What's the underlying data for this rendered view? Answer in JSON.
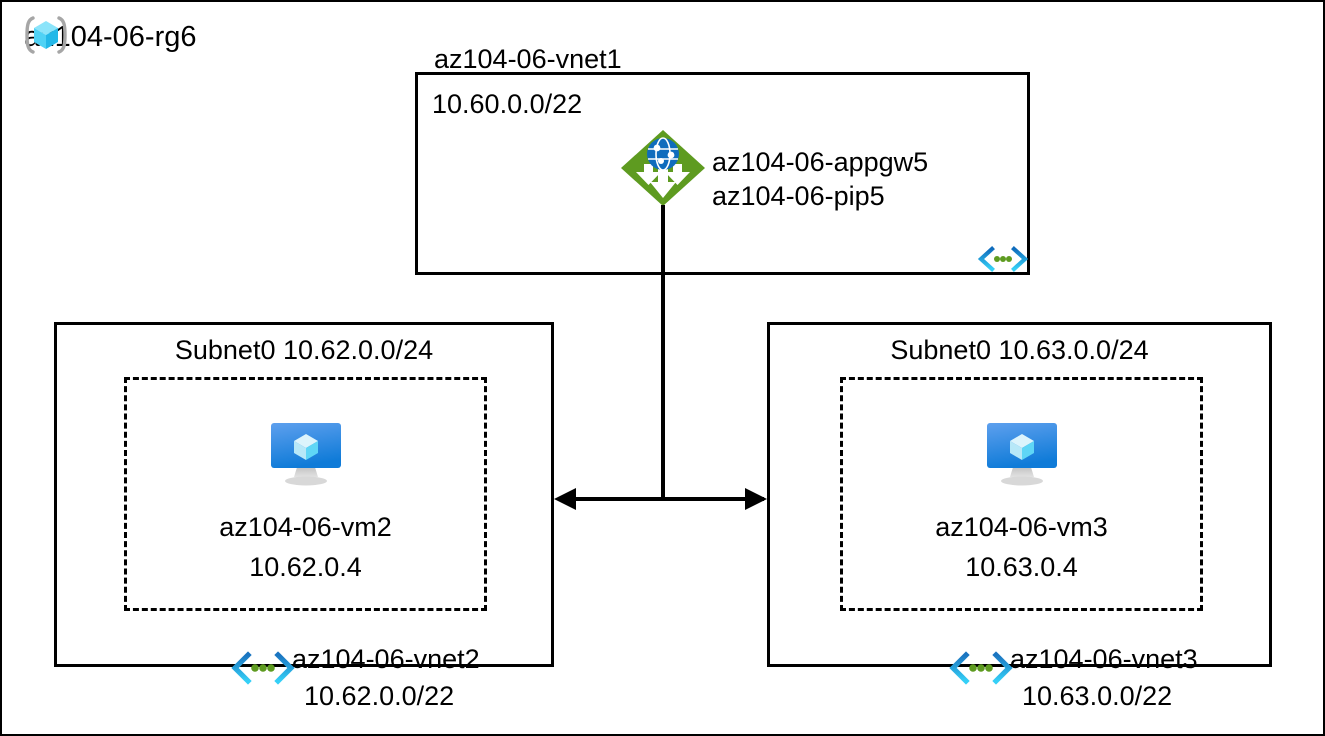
{
  "diagram": {
    "type": "azure-network-architecture",
    "resource_group": {
      "name": "az104-06-rg6",
      "icon": "resource-group-cube-icon"
    },
    "colors": {
      "appgw_green": "#5E9B20",
      "globe_blue": "#0078D4",
      "vnet_icon_blue": "#0F6CBD",
      "vnet_icon_cyan": "#32C5F4",
      "vnet_icon_green": "#5E9B20",
      "vm_monitor_blue": "#2B8CE5",
      "vm_cube_cyan": "#9EE3F7",
      "border_black": "#000000"
    },
    "vnet1": {
      "title": "az104-06-vnet1",
      "cidr": "10.60.0.0/22",
      "vnet_icon": "virtual-network-icon",
      "appgw": {
        "icon": "application-gateway-icon",
        "name": "az104-06-appgw5",
        "public_ip": "az104-06-pip5"
      }
    },
    "vnet2": {
      "subnet_label": "Subnet0 10.62.0.0/24",
      "vm": {
        "icon": "virtual-machine-icon",
        "name": "az104-06-vm2",
        "ip": "10.62.0.4"
      },
      "vnet_icon": "virtual-network-icon",
      "name": "az104-06-vnet2",
      "cidr": "10.62.0.0/22"
    },
    "vnet3": {
      "subnet_label": "Subnet0 10.63.0.0/24",
      "vm": {
        "icon": "virtual-machine-icon",
        "name": "az104-06-vm3",
        "ip": "10.63.0.4"
      },
      "vnet_icon": "virtual-network-icon",
      "name": "az104-06-vnet3",
      "cidr": "10.63.0.0/22"
    },
    "connectors": [
      {
        "name": "appgw-to-peering-link",
        "style": "solid-vertical"
      },
      {
        "name": "vnet2-vnet3-peering",
        "style": "double-headed-horizontal-arrow"
      }
    ]
  }
}
